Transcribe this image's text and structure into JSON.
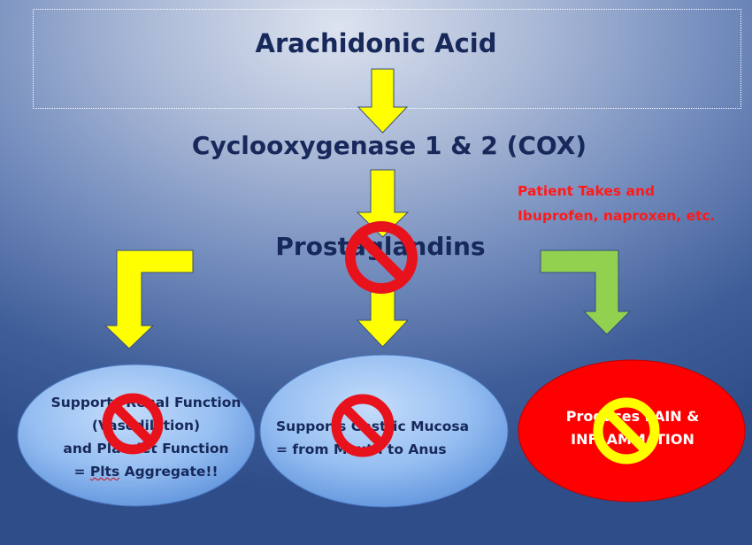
{
  "nodes": {
    "arachidonic": "Arachidonic Acid",
    "cox": "Cyclooxygenase 1 & 2 (COX)",
    "prostaglandins": "Prostaglandins"
  },
  "callout": {
    "line1": "Patient Takes and",
    "line2": "Ibuprofen, naproxen, etc."
  },
  "outcomes": {
    "renal": {
      "line1": "Supports Renal Function",
      "line2": "(Vasodilation)",
      "line3": "and Platelet Function",
      "line4_prefix": "= ",
      "line4_underlined": "Plts",
      "line4_rest": " Aggregate!!"
    },
    "gastric": {
      "line1": "Supports Gastric Mucosa",
      "line2": "= from Mouth to Anus"
    },
    "inflammation": {
      "line1": "Produces PAIN &",
      "line2": "INFLAMMATION"
    }
  },
  "colors": {
    "heading": "#17285a",
    "callout": "#ff1a1a",
    "arrow_yellow": "#ffff00",
    "arrow_green": "#92d050",
    "oval_blue": "#8fb8f0",
    "oval_red": "#ff0000",
    "no_symbol_red": "#e8121c",
    "no_symbol_yellow": "#ffff00"
  },
  "icons": [
    "no-symbol-icon"
  ]
}
